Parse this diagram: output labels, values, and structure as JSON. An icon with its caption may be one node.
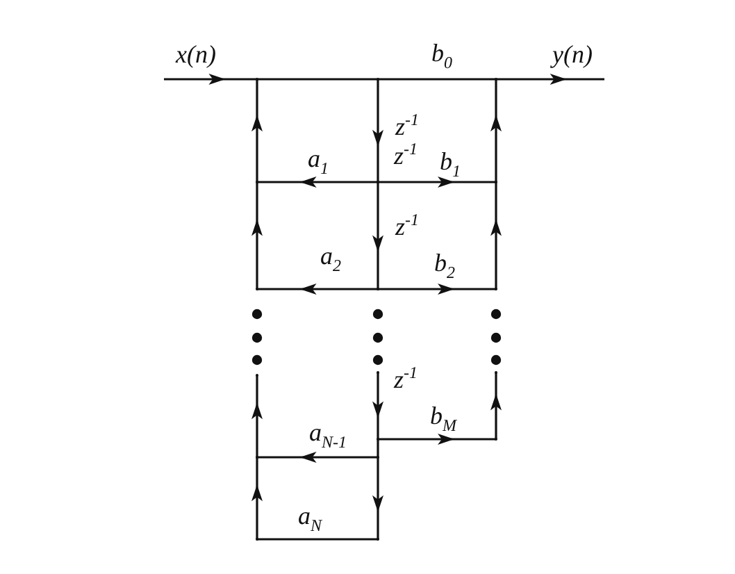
{
  "diagram": {
    "nodes": [
      {
        "text": [],
        "shape": "point"
      },
      {
        "text": [],
        "shape": "point"
      },
      {
        "text": [],
        "shape": "point"
      },
      {
        "text": [],
        "shape": "point"
      },
      {
        "text": [],
        "shape": "point"
      },
      {
        "text": [],
        "shape": "point"
      },
      {
        "text": [],
        "shape": "point"
      },
      {
        "text": [],
        "shape": "point"
      },
      {
        "text": [],
        "shape": "point"
      },
      {
        "text": [],
        "shape": "point"
      },
      {
        "text": [],
        "shape": "point"
      },
      {
        "text": [],
        "shape": "point"
      },
      {
        "text": [],
        "shape": "point"
      },
      {
        "text": [],
        "shape": "point"
      },
      {
        "text": [],
        "shape": "point"
      },
      {
        "text": [],
        "shape": "point"
      },
      {
        "text": [],
        "shape": "point"
      },
      {
        "text": [],
        "shape": "point"
      },
      {
        "text": [
          "x(n)"
        ]
      },
      {
        "text": [
          "y(n)"
        ]
      }
    ],
    "edges": [
      {
        "from": 18,
        "to": 0,
        "arrow": "to"
      },
      {
        "from": 0,
        "to": 1,
        "arrow": "none"
      },
      {
        "from": 1,
        "to": 2,
        "arrow": "none",
        "label": "b$_{0}$"
      },
      {
        "from": 2,
        "to": 19,
        "arrow": "to"
      },
      {
        "from": 1,
        "to": 4,
        "arrow": "to",
        "label": "z$^{-1}$"
      },
      {
        "from": 4,
        "to": 7,
        "arrow": "to",
        "label": "z$^{-1}$"
      },
      {
        "from": 4,
        "to": 3,
        "arrow": "to",
        "label": "a$_{1}$"
      },
      {
        "from": 4,
        "to": 5,
        "arrow": "to",
        "label": "b$_{1}$"
      },
      {
        "from": 3,
        "to": 0,
        "arrow": "to"
      },
      {
        "from": 5,
        "to": 2,
        "arrow": "to"
      },
      {
        "from": 7,
        "to": 6,
        "arrow": "to",
        "label": "a$_{2}$"
      },
      {
        "from": 7,
        "to": 8,
        "arrow": "to",
        "label": "b$_{2}$"
      },
      {
        "from": 6,
        "to": 3,
        "arrow": "to"
      },
      {
        "from": 8,
        "to": 5,
        "arrow": "to"
      },
      {
        "from": 9,
        "to": 10,
        "arrow": "to",
        "label": "z$^{-1}$"
      },
      {
        "from": 10,
        "to": 11,
        "arrow": "to",
        "label": "b$_{M}$"
      },
      {
        "from": 11,
        "to": 12,
        "arrow": "to"
      },
      {
        "from": 10,
        "to": 13,
        "arrow": "none"
      },
      {
        "from": 13,
        "to": 16,
        "arrow": "to"
      },
      {
        "from": 13,
        "to": 14,
        "arrow": "to",
        "label": "a$_{N-1}$"
      },
      {
        "from": 14,
        "to": 15,
        "arrow": "to"
      },
      {
        "from": 17,
        "to": 14,
        "arrow": "to"
      },
      {
        "from": 16,
        "to": 17,
        "arrow": "none",
        "label": "a$_{N}$"
      }
    ],
    "labels": [
      "z$^{-1}$"
    ]
  }
}
